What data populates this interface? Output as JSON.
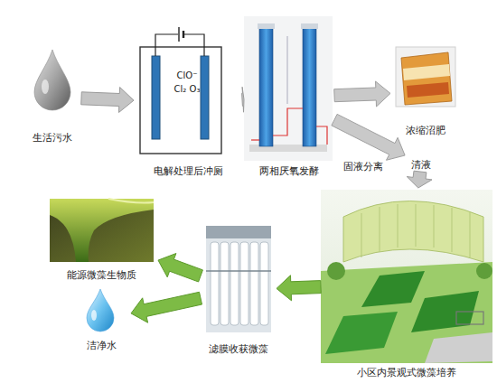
{
  "diagram": {
    "nodes": [
      {
        "text": [
          "生活污水"
        ]
      },
      {
        "text": [
          "ClO⁻ Cl₂ O₃",
          "电解处理后冲厕"
        ]
      },
      {
        "text": [
          "两相厌氧发酵"
        ]
      },
      {
        "text": [
          "浓缩沼肥"
        ]
      },
      {
        "text": [
          "清液"
        ]
      },
      {
        "text": [
          "小区内景观式微藻培养"
        ]
      },
      {
        "text": [
          "滤膜收获微藻"
        ]
      },
      {
        "text": [
          "能源微藻生物质"
        ]
      },
      {
        "text": [
          "洁净水"
        ]
      }
    ],
    "edges": [
      {
        "from": 0,
        "to": 1,
        "arrow": "to"
      },
      {
        "from": 1,
        "to": 2,
        "arrow": "to"
      },
      {
        "from": 2,
        "to": 3,
        "arrow": "to"
      },
      {
        "from": 2,
        "to": 4,
        "arrow": "to"
      },
      {
        "from": 4,
        "to": 5,
        "arrow": "to"
      },
      {
        "from": 5,
        "to": 6,
        "arrow": "to"
      },
      {
        "from": 6,
        "to": 7,
        "arrow": "to"
      },
      {
        "from": 6,
        "to": 8,
        "arrow": "to"
      }
    ],
    "labels": [
      "固液分离"
    ]
  }
}
